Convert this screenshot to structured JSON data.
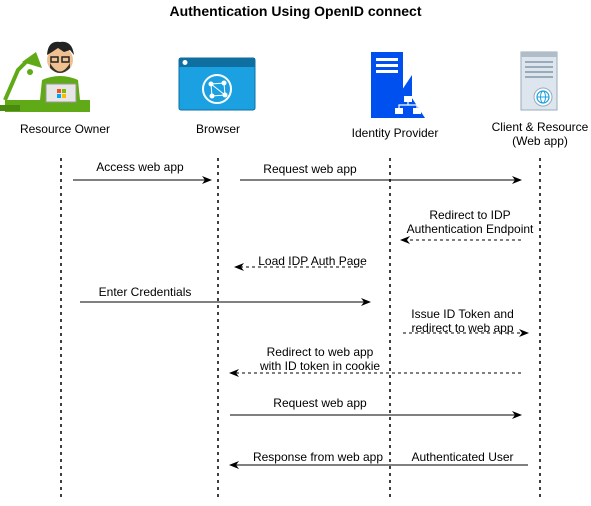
{
  "title": "Authentication Using OpenID connect",
  "actors": [
    {
      "label_lines": [
        "Resource Owner"
      ],
      "icon": "person-at-laptop-icon"
    },
    {
      "label_lines": [
        "Browser"
      ],
      "icon": "browser-window-icon"
    },
    {
      "label_lines": [
        "Identity Provider"
      ],
      "icon": "server-network-icon"
    },
    {
      "label_lines": [
        "Client & Resource",
        "(Web app)"
      ],
      "icon": "web-server-icon"
    }
  ],
  "messages": [
    {
      "label_lines": [
        "Access web app"
      ],
      "style": "solid"
    },
    {
      "label_lines": [
        "Request web app"
      ],
      "style": "solid"
    },
    {
      "label_lines": [
        "Redirect to IDP",
        "Authentication Endpoint"
      ],
      "style": "dashed"
    },
    {
      "label_lines": [
        "Load IDP Auth Page"
      ],
      "style": "dashed"
    },
    {
      "label_lines": [
        "Enter Credentials"
      ],
      "style": "solid"
    },
    {
      "label_lines": [
        "Issue ID Token and",
        "redirect to web app"
      ],
      "style": "dashed"
    },
    {
      "label_lines": [
        "Redirect to web app",
        "with ID token in cookie"
      ],
      "style": "dashed"
    },
    {
      "label_lines": [
        "Request web app"
      ],
      "style": "solid"
    },
    {
      "label_lines": [
        "Response from web app"
      ],
      "style": "solid"
    },
    {
      "label_lines": [
        "Authenticated User"
      ],
      "style": "solid"
    }
  ],
  "colors": {
    "line": "#000000",
    "icon_blue": "#1ba1e2",
    "icon_dark_blue": "#0050ef",
    "person_green": "#60a917",
    "server_gray": "#b0bcc8"
  }
}
